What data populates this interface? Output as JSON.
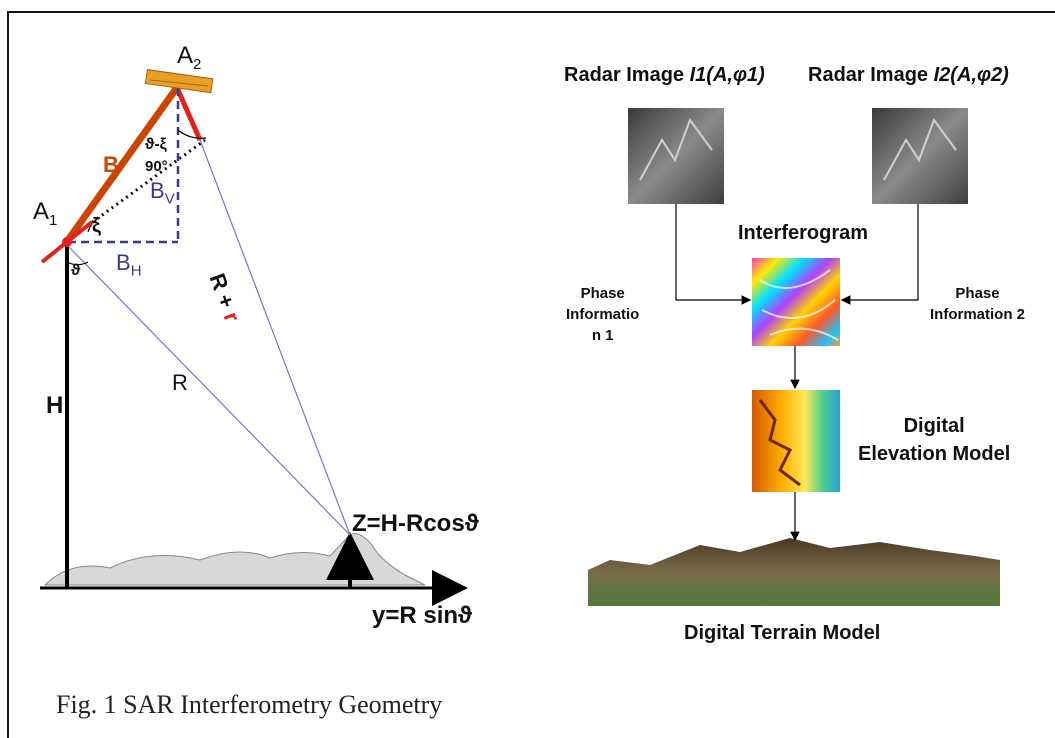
{
  "geometry": {
    "a2": "A",
    "a2_sub": "2",
    "a1": "A",
    "a1_sub": "1",
    "baseline": "B",
    "bv": "B",
    "bv_sub": "V",
    "bh": "B",
    "bh_sub": "H",
    "angle_diff": "ϑ-ξ",
    "right_angle": "90°",
    "xi": "ξ",
    "theta": "ϑ",
    "h": "H",
    "r": "R",
    "r_plus": "R + ",
    "r_small": "r",
    "z_eq": "Z=H-Rcosϑ",
    "y_eq": "y=R sinϑ"
  },
  "flow": {
    "radar1": "Radar Image ",
    "radar1_formula": "I1(A,φ1)",
    "radar2": "Radar Image ",
    "radar2_formula": "I2(A,φ2)",
    "interferogram": "Interferogram",
    "phase1": [
      "Phase",
      "Informatio",
      "n 1"
    ],
    "phase2": [
      "Phase",
      "Information 2"
    ],
    "dem": [
      "Digital",
      "Elevation Model"
    ],
    "dtm": "Digital Terrain Model"
  },
  "caption": "Fig. 1 SAR Interferometry Geometry",
  "colors": {
    "baseline": "#cc4400",
    "component": "#3a3a8c",
    "range": "#6666cc",
    "small_r": "#e8201c",
    "frame": "#111111"
  }
}
